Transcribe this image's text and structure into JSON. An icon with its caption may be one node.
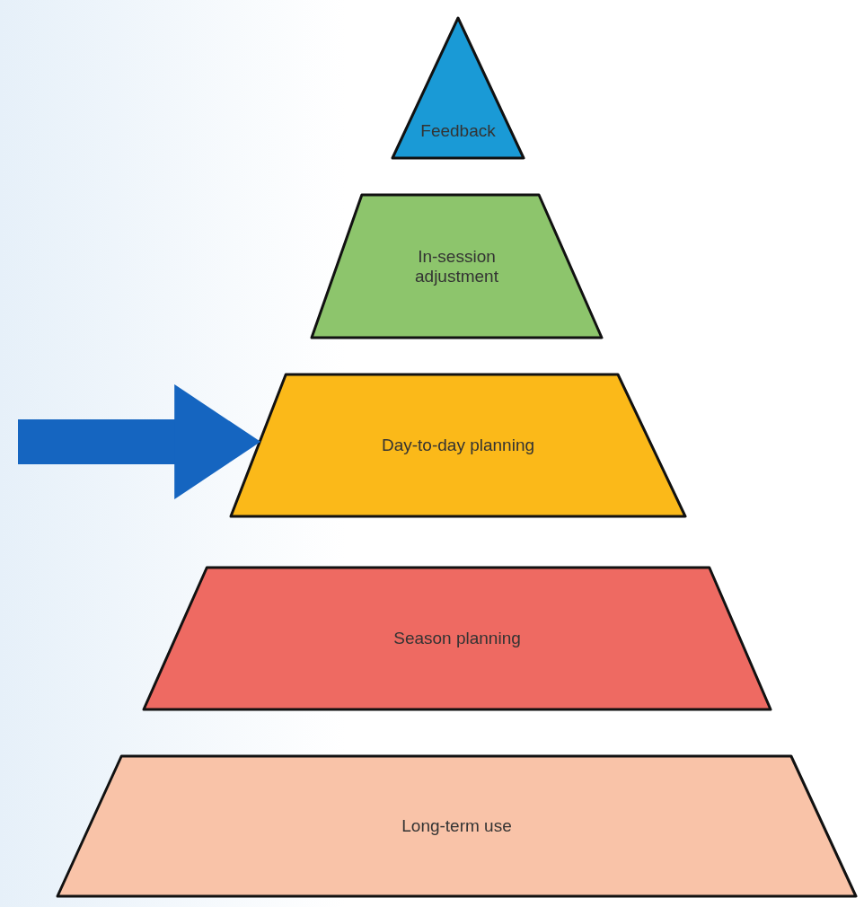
{
  "diagram": {
    "nodes": [
      {
        "text": [
          "Feedback"
        ]
      },
      {
        "text": [
          "In-session adjustment"
        ]
      },
      {
        "text": [
          "Day-to-day planning"
        ]
      },
      {
        "text": [
          "Season planning"
        ]
      },
      {
        "text": [
          "Long-term use"
        ]
      }
    ],
    "edges": [
      {
        "from": null,
        "to": 2,
        "arrow": "to",
        "color": "#1565c0"
      }
    ]
  }
}
